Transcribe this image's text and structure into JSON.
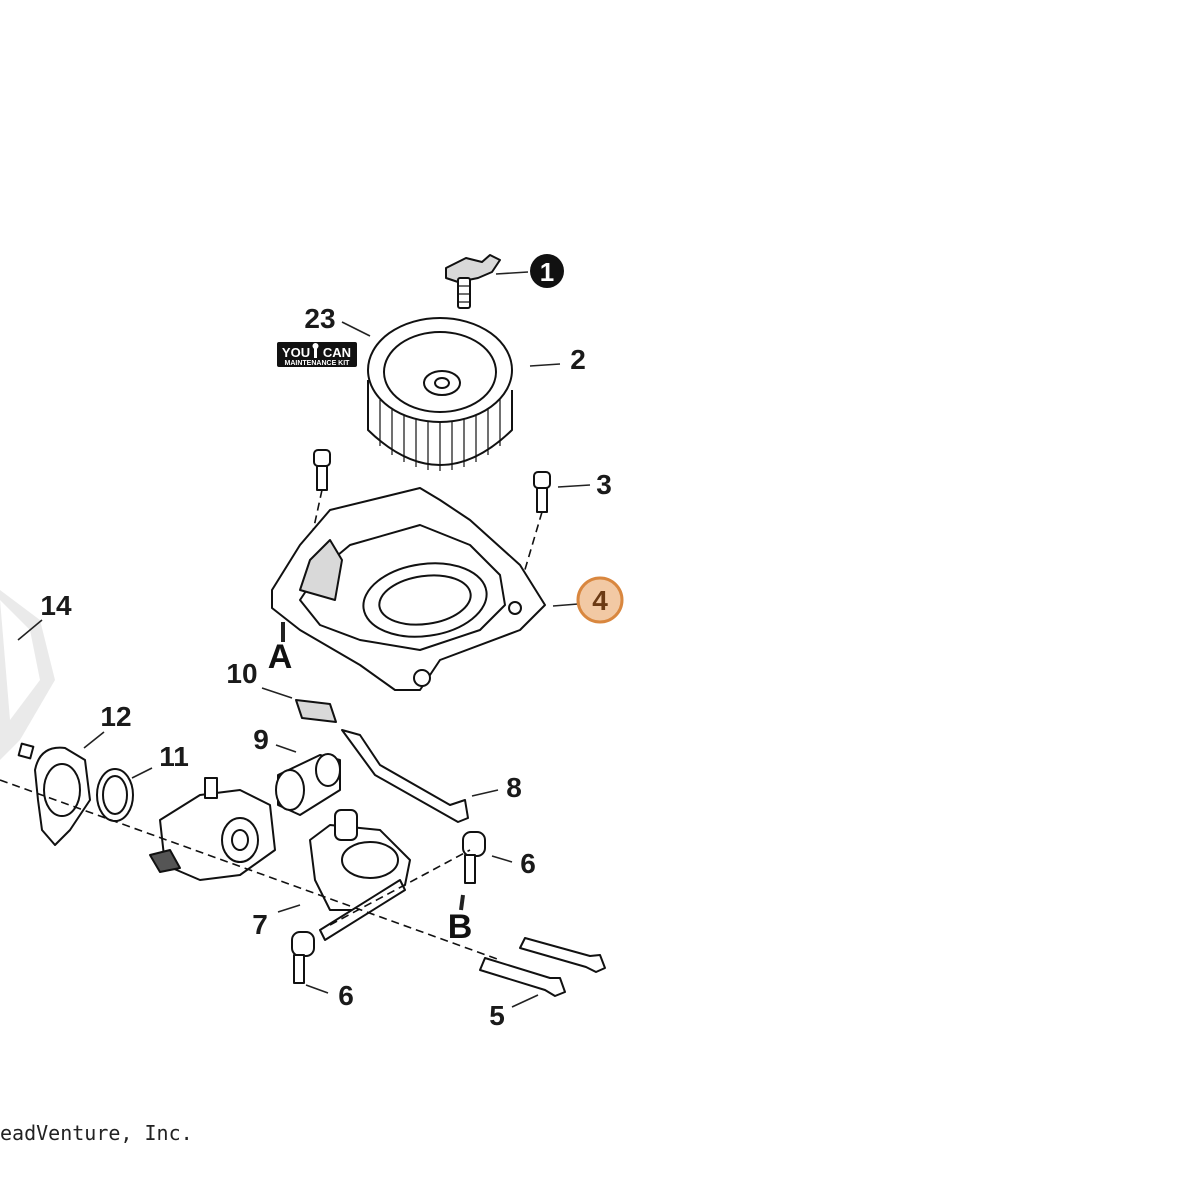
{
  "callouts": {
    "c1": "1",
    "c2": "2",
    "c3": "3",
    "c4": "4",
    "c5": "5",
    "c6a": "6",
    "c6b": "6",
    "c7": "7",
    "c8": "8",
    "c9": "9",
    "c10": "10",
    "c11": "11",
    "c12": "12",
    "c14": "14",
    "c23": "23"
  },
  "reference_letters": {
    "a": "A",
    "b": "B"
  },
  "maintenance_badge": {
    "top_left": "YOU",
    "top_right": "CAN",
    "bottom": "MAINTENANCE KIT"
  },
  "copyright": "eadVenture, Inc.",
  "colors": {
    "highlight_fill": "#f2c9a4",
    "highlight_stroke": "#d9873f",
    "ink": "#111111"
  }
}
